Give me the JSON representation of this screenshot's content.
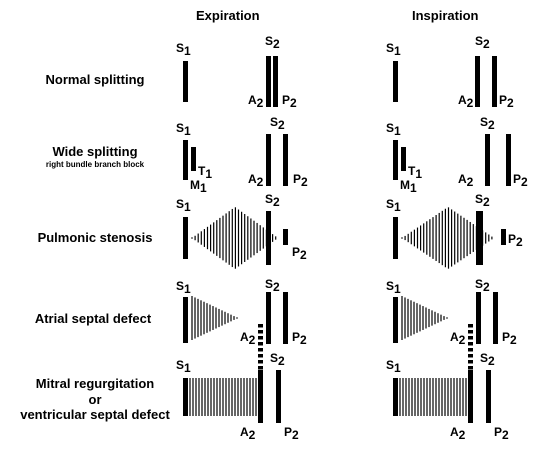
{
  "columns": {
    "expiration": "Expiration",
    "inspiration": "Inspiration"
  },
  "rows": {
    "normal": {
      "label": "Normal splitting"
    },
    "wide": {
      "label": "Wide splitting",
      "sublabel": "right bundle branch block"
    },
    "ps": {
      "label": "Pulmonic stenosis"
    },
    "asd": {
      "label": "Atrial septal defect"
    },
    "mr": {
      "label_line1": "Mitral regurgitation",
      "label_line2": "or",
      "label_line3": "ventricular septal defect"
    }
  },
  "sounds": {
    "s": "S",
    "a": "A",
    "p": "P",
    "t": "T",
    "m": "M",
    "sub1": "1",
    "sub2": "2"
  },
  "colors": {
    "ink": "#000000",
    "background": "#ffffff"
  }
}
